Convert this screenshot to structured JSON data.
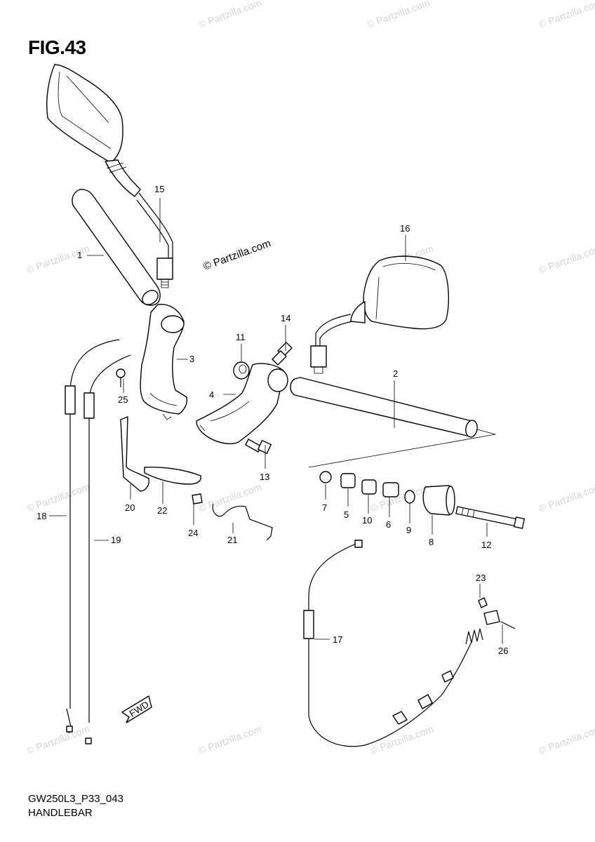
{
  "figure": {
    "title": "FIG.43",
    "code": "GW250L3_P33_043",
    "name": "HANDLEBAR"
  },
  "watermark": {
    "faint_text": "© Partzilla.com",
    "center_text": "© Partzilla.com"
  },
  "fwd_label": "FWD",
  "callouts": {
    "p1": "1",
    "p2": "2",
    "p3": "3",
    "p4": "4",
    "p5": "5",
    "p6": "6",
    "p7": "7",
    "p8": "8",
    "p9": "9",
    "p10": "10",
    "p11": "11",
    "p12": "12",
    "p13": "13",
    "p14": "14",
    "p15": "15",
    "p16": "16",
    "p17": "17",
    "p18": "18",
    "p19": "19",
    "p20": "20",
    "p21": "21",
    "p22": "22",
    "p23": "23",
    "p24": "24",
    "p25": "25",
    "p26": "26"
  }
}
